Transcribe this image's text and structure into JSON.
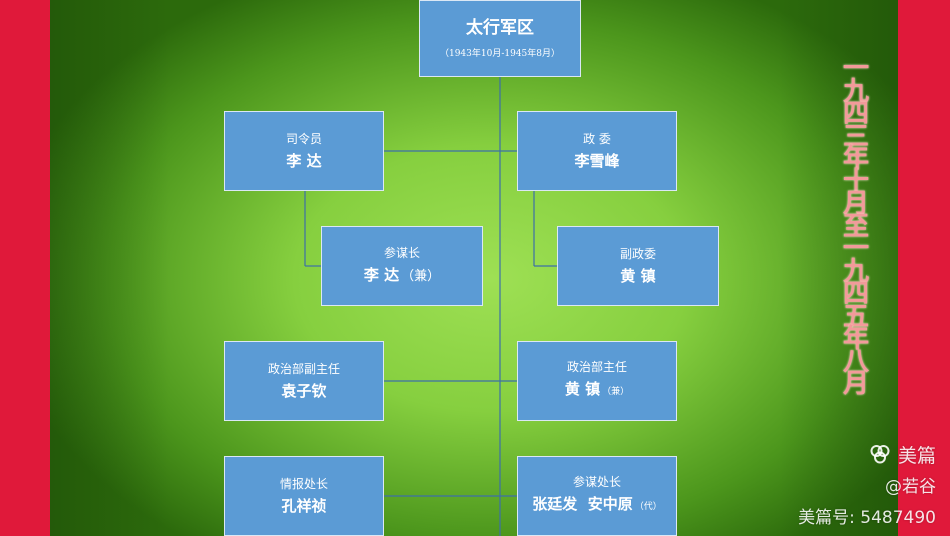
{
  "root": {
    "title": "太行军区",
    "subtitle": "（1943年10月-1945年8月）"
  },
  "nodes": {
    "commander": {
      "role": "司令员",
      "name": "李  达",
      "note": ""
    },
    "commissar": {
      "role": "政  委",
      "name": "李雪峰",
      "note": ""
    },
    "chief_of_staff": {
      "role": "参谋长",
      "name": "李  达",
      "note": "（兼）"
    },
    "deputy_commissar": {
      "role": "副政委",
      "name": "黄  镇",
      "note": ""
    },
    "political_deputy_director": {
      "role": "政治部副主任",
      "name": "袁子钦",
      "note": ""
    },
    "political_director": {
      "role": "政治部主任",
      "name": "黄  镇",
      "note": "（兼）"
    },
    "intelligence_chief": {
      "role": "情报处长",
      "name": "孔祥祯",
      "note": ""
    },
    "staff_section_chief": {
      "role": "参谋处长",
      "name": "张廷发  安中原",
      "note": "（代）"
    }
  },
  "side_title": [
    "一",
    "九",
    "四",
    "三",
    "年",
    "十",
    "月",
    "至",
    "一",
    "九",
    "四",
    "五",
    "年",
    "八",
    "月"
  ],
  "watermark": {
    "brand": "美篇",
    "user": "@若谷",
    "id": "美篇号: 5487490"
  },
  "colors": {
    "border": "#e0193a",
    "node": "#5b9bd5",
    "line": "#3d6fa8",
    "side_text": "#f29a9a"
  }
}
